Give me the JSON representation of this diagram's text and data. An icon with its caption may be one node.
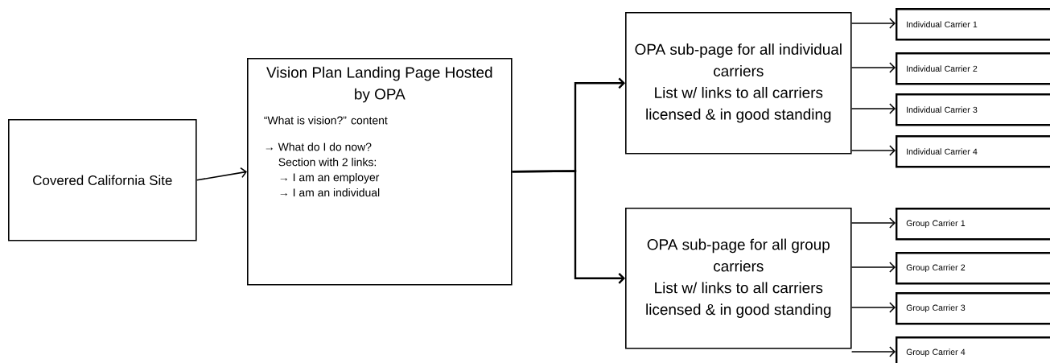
{
  "diagram": {
    "nodes": [
      {
        "text": [
          "Covered California Site"
        ]
      },
      {
        "text": [
          "Vision Plan Landing Page Hosted by OPA",
          "“What is vision?” content",
          "→ What do I do now?",
          "Section with 2 links:",
          "→ I am an employer",
          "→ I am an individual"
        ]
      },
      {
        "text": [
          "OPA sub-page for all individual carriers",
          "List w/ links to all carriers licensed & in good standing"
        ]
      },
      {
        "text": [
          "OPA sub-page for all group carriers",
          "List w/ links to all carriers licensed & in good standing"
        ]
      },
      {
        "text": [
          "Individual Carrier 1"
        ]
      },
      {
        "text": [
          "Individual Carrier 2"
        ]
      },
      {
        "text": [
          "Individual Carrier 3"
        ]
      },
      {
        "text": [
          "Individual Carrier 4"
        ]
      },
      {
        "text": [
          "Group Carrier 1"
        ]
      },
      {
        "text": [
          "Group Carrier 2"
        ]
      },
      {
        "text": [
          "Group Carrier 3"
        ]
      },
      {
        "text": [
          "Group Carrier 4"
        ]
      }
    ],
    "edges": [
      {
        "from": 0,
        "to": 1,
        "arrow": "to"
      },
      {
        "from": 1,
        "to": 2,
        "arrow": "to"
      },
      {
        "from": 1,
        "to": 3,
        "arrow": "to"
      },
      {
        "from": 2,
        "to": 4,
        "arrow": "to"
      },
      {
        "from": 2,
        "to": 5,
        "arrow": "to"
      },
      {
        "from": 2,
        "to": 6,
        "arrow": "to"
      },
      {
        "from": 2,
        "to": 7,
        "arrow": "to"
      },
      {
        "from": 3,
        "to": 8,
        "arrow": "to"
      },
      {
        "from": 3,
        "to": 9,
        "arrow": "to"
      },
      {
        "from": 3,
        "to": 10,
        "arrow": "to"
      },
      {
        "from": 3,
        "to": 11,
        "arrow": "to"
      }
    ]
  }
}
